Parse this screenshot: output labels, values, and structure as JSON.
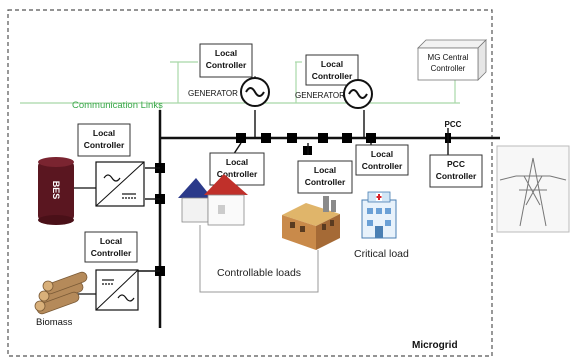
{
  "labels": {
    "communication_links": "Communication Links",
    "local_controller": "Local Controller",
    "generator": "GENERATOR",
    "mg_central_controller": "MG Central Controller",
    "pcc": "PCC",
    "pcc_controller": "PCC Controller",
    "bes": "BES",
    "biomass": "Biomass",
    "controllable_loads": "Controllable loads",
    "critical_load": "Critical load",
    "microgrid": "Microgrid"
  },
  "colors": {
    "bus": "#111111",
    "comm_link": "#a8d8a8",
    "comm_text": "#3aa84a",
    "bes_body": "#5a1620",
    "boundary": "#555555"
  }
}
